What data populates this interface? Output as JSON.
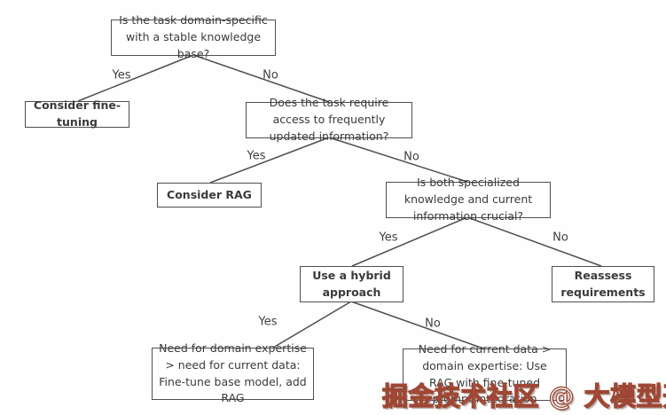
{
  "diagram_type": "decision-tree-flowchart",
  "nodes": {
    "q1": {
      "label": "Is the task domain-specific with a stable knowledge base?",
      "kind": "question"
    },
    "fine_tuning": {
      "label": "Consider fine-tuning",
      "kind": "action"
    },
    "q2": {
      "label": "Does the task require access to frequently updated information?",
      "kind": "question"
    },
    "rag": {
      "label": "Consider RAG",
      "kind": "action"
    },
    "q3": {
      "label": "Is both specialized knowledge and current information crucial?",
      "kind": "question"
    },
    "hybrid": {
      "label": "Use a hybrid approach",
      "kind": "action"
    },
    "reassess": {
      "label": "Reassess requirements",
      "kind": "action"
    },
    "hybrid_finetune": {
      "label": "Need for domain expertise > need for current data: Fine-tune base model, add RAG",
      "kind": "outcome"
    },
    "hybrid_rag": {
      "label": "Need for current data > domain expertise: Use RAG with fine-tuned prompt integration",
      "kind": "outcome"
    }
  },
  "edges": [
    {
      "from": "q1",
      "to": "fine_tuning",
      "label": "Yes"
    },
    {
      "from": "q1",
      "to": "q2",
      "label": "No"
    },
    {
      "from": "q2",
      "to": "rag",
      "label": "Yes"
    },
    {
      "from": "q2",
      "to": "q3",
      "label": "No"
    },
    {
      "from": "q3",
      "to": "hybrid",
      "label": "Yes"
    },
    {
      "from": "q3",
      "to": "reassess",
      "label": "No"
    },
    {
      "from": "hybrid",
      "to": "hybrid_finetune",
      "label": "Yes"
    },
    {
      "from": "hybrid",
      "to": "hybrid_rag",
      "label": "No"
    }
  ],
  "watermark": {
    "text": "掘金技术社区 @ 大模型开发",
    "outline_color": "#9e4734"
  },
  "colors": {
    "line": "#4f4f4f",
    "text": "#3a3a3a",
    "background": "#ffffff"
  }
}
